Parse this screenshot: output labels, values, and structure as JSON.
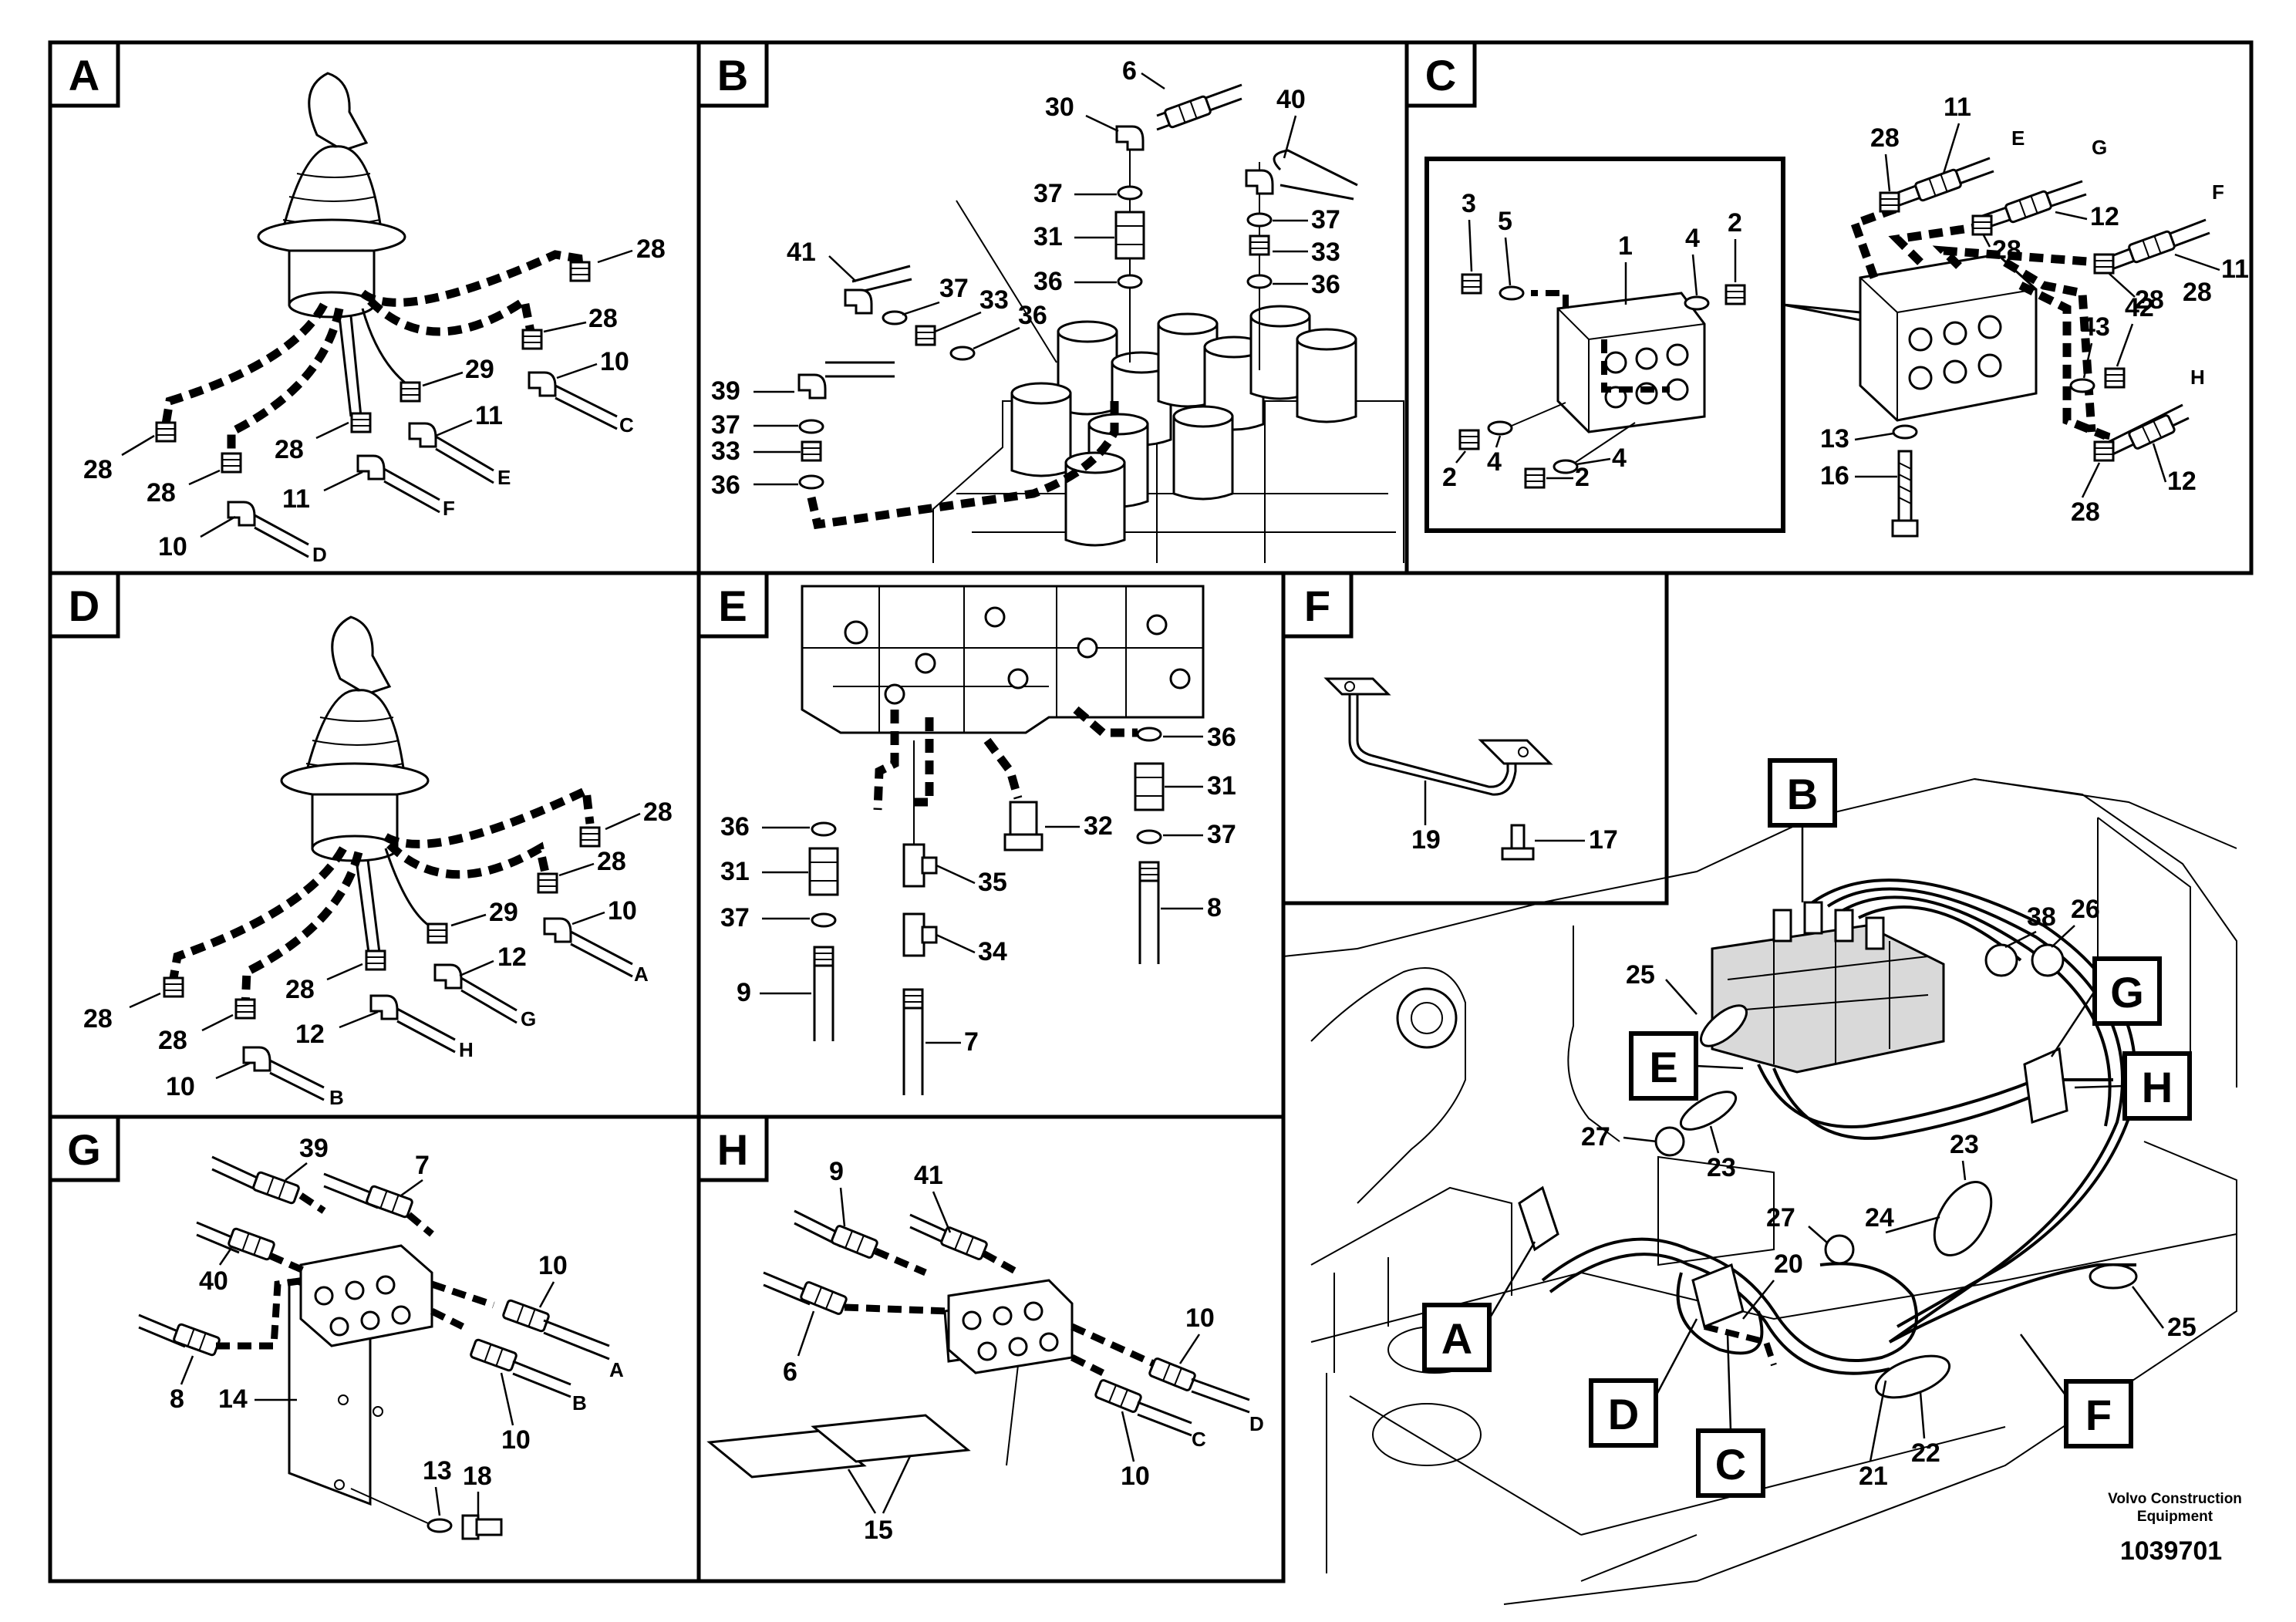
{
  "panels": [
    {
      "id": "A",
      "letter": "A"
    },
    {
      "id": "B",
      "letter": "B"
    },
    {
      "id": "C",
      "letter": "C"
    },
    {
      "id": "D",
      "letter": "D"
    },
    {
      "id": "E",
      "letter": "E"
    },
    {
      "id": "F",
      "letter": "F"
    },
    {
      "id": "G",
      "letter": "G"
    },
    {
      "id": "H",
      "letter": "H"
    }
  ],
  "overview_callouts": [
    "A",
    "B",
    "C",
    "D",
    "E",
    "F",
    "G",
    "H"
  ],
  "panel_a": {
    "callouts": [
      "28",
      "28",
      "29",
      "10",
      "28",
      "28",
      "28",
      "11",
      "11",
      "10"
    ],
    "letters": [
      "C",
      "E",
      "F",
      "D"
    ]
  },
  "panel_b": {
    "callouts": [
      "6",
      "30",
      "40",
      "37",
      "31",
      "36",
      "37",
      "33",
      "36",
      "41",
      "37",
      "33",
      "36",
      "39",
      "37",
      "33",
      "36"
    ]
  },
  "panel_c": {
    "callouts": [
      "3",
      "5",
      "1",
      "4",
      "2",
      "2",
      "4",
      "2",
      "4",
      "28",
      "11",
      "28",
      "12",
      "28",
      "11",
      "28",
      "43",
      "42",
      "13",
      "12",
      "16",
      "28"
    ],
    "letters": [
      "E",
      "G",
      "F",
      "H"
    ]
  },
  "panel_d": {
    "callouts": [
      "28",
      "28",
      "29",
      "10",
      "28",
      "28",
      "28",
      "12",
      "12",
      "10"
    ],
    "letters": [
      "A",
      "G",
      "H",
      "B"
    ]
  },
  "panel_e": {
    "callouts": [
      "36",
      "31",
      "37",
      "9",
      "35",
      "34",
      "7",
      "32",
      "36",
      "31",
      "37",
      "8"
    ]
  },
  "panel_f": {
    "callouts": [
      "19",
      "17"
    ]
  },
  "panel_g": {
    "callouts": [
      "39",
      "7",
      "40",
      "10",
      "8",
      "14",
      "10",
      "13",
      "18"
    ],
    "letters": [
      "A",
      "B"
    ]
  },
  "panel_h": {
    "callouts": [
      "9",
      "41",
      "6",
      "10",
      "10",
      "15"
    ],
    "letters": [
      "C",
      "D"
    ]
  },
  "overview": {
    "callouts": [
      "25",
      "38",
      "26",
      "23",
      "27",
      "23",
      "27",
      "24",
      "20",
      "21",
      "22",
      "25"
    ]
  },
  "footer": {
    "company_line1": "Volvo Construction",
    "company_line2": "Equipment",
    "doc_number": "1039701"
  }
}
